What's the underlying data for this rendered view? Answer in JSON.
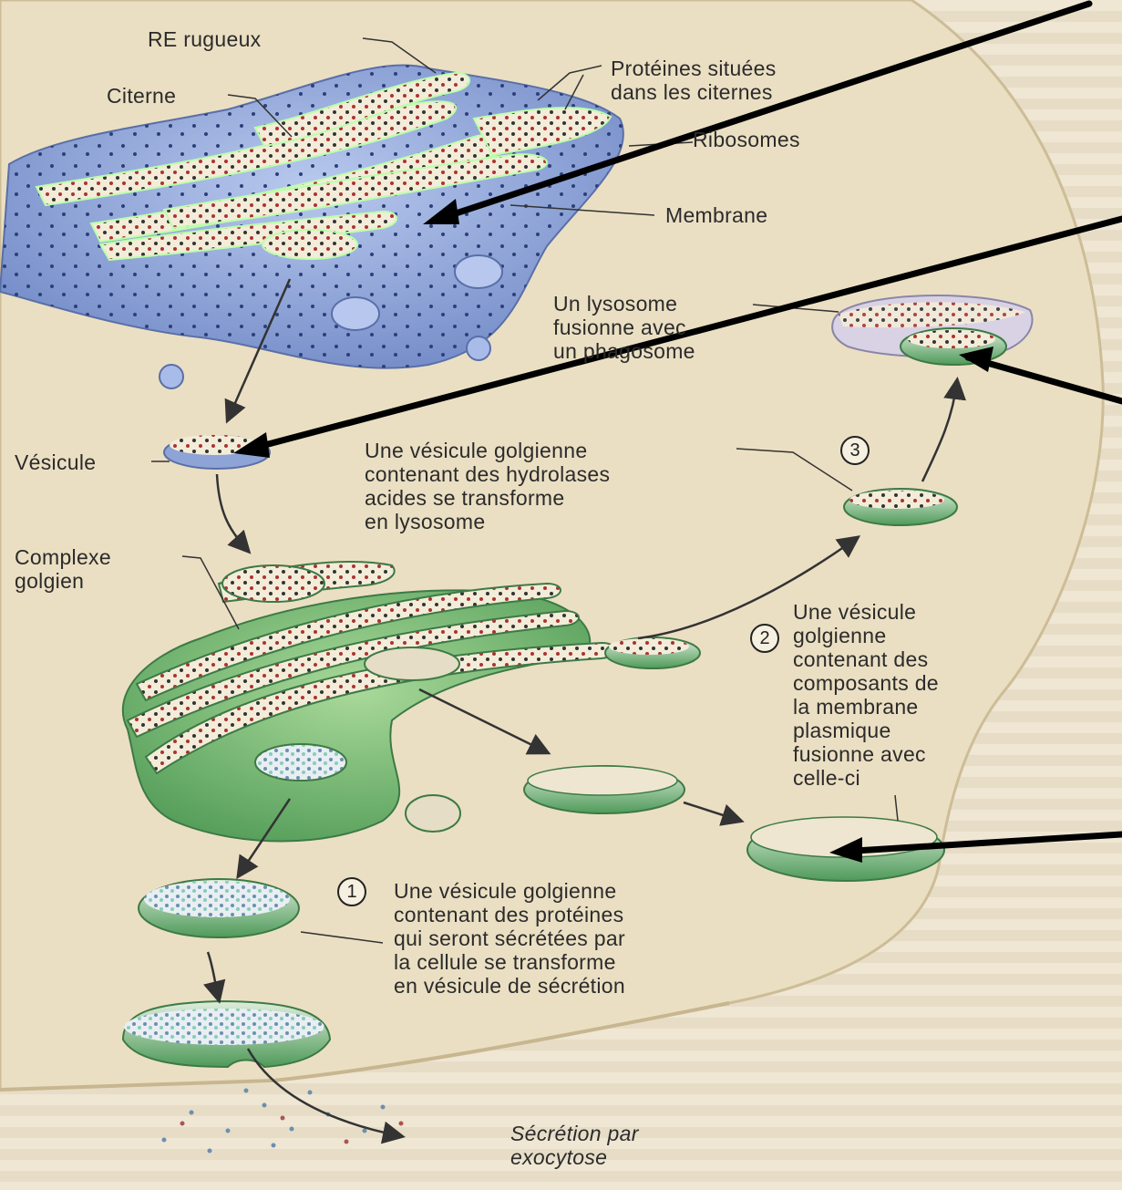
{
  "labels": {
    "re_rugueux": "RE rugueux",
    "citerne": "Citerne",
    "proteines": "Protéines situées\ndans les citernes",
    "ribosomes": "Ribosomes",
    "membrane": "Membrane",
    "lysosome_fusion": "Un lysosome\nfusionne avec\nun phagosome",
    "vesicule": "Vésicule",
    "step3_text": "Une vésicule golgienne\ncontenant des hydrolases\nacides se transforme\nen lysosome",
    "complexe": "Complexe\ngolgien",
    "step2_text": "Une vésicule\ngolgienne\ncontenant des\ncomposants de\nla membrane\nplasmique\nfusionne avec\ncelle-ci",
    "step1_text": "Une vésicule golgienne\ncontenant des protéines\nqui seront sécrétées par\nla cellule se transforme\nen vésicule de sécrétion",
    "secretion": "Sécrétion par\nexocytose"
  },
  "step_numbers": {
    "one": "1",
    "two": "2",
    "three": "3"
  },
  "colors": {
    "background": "#ede3cf",
    "cytoplasm": "#e9dfc6",
    "reticulum": "#8fa6d8",
    "golgi": "#7fbf77",
    "arrows": "#000000"
  }
}
